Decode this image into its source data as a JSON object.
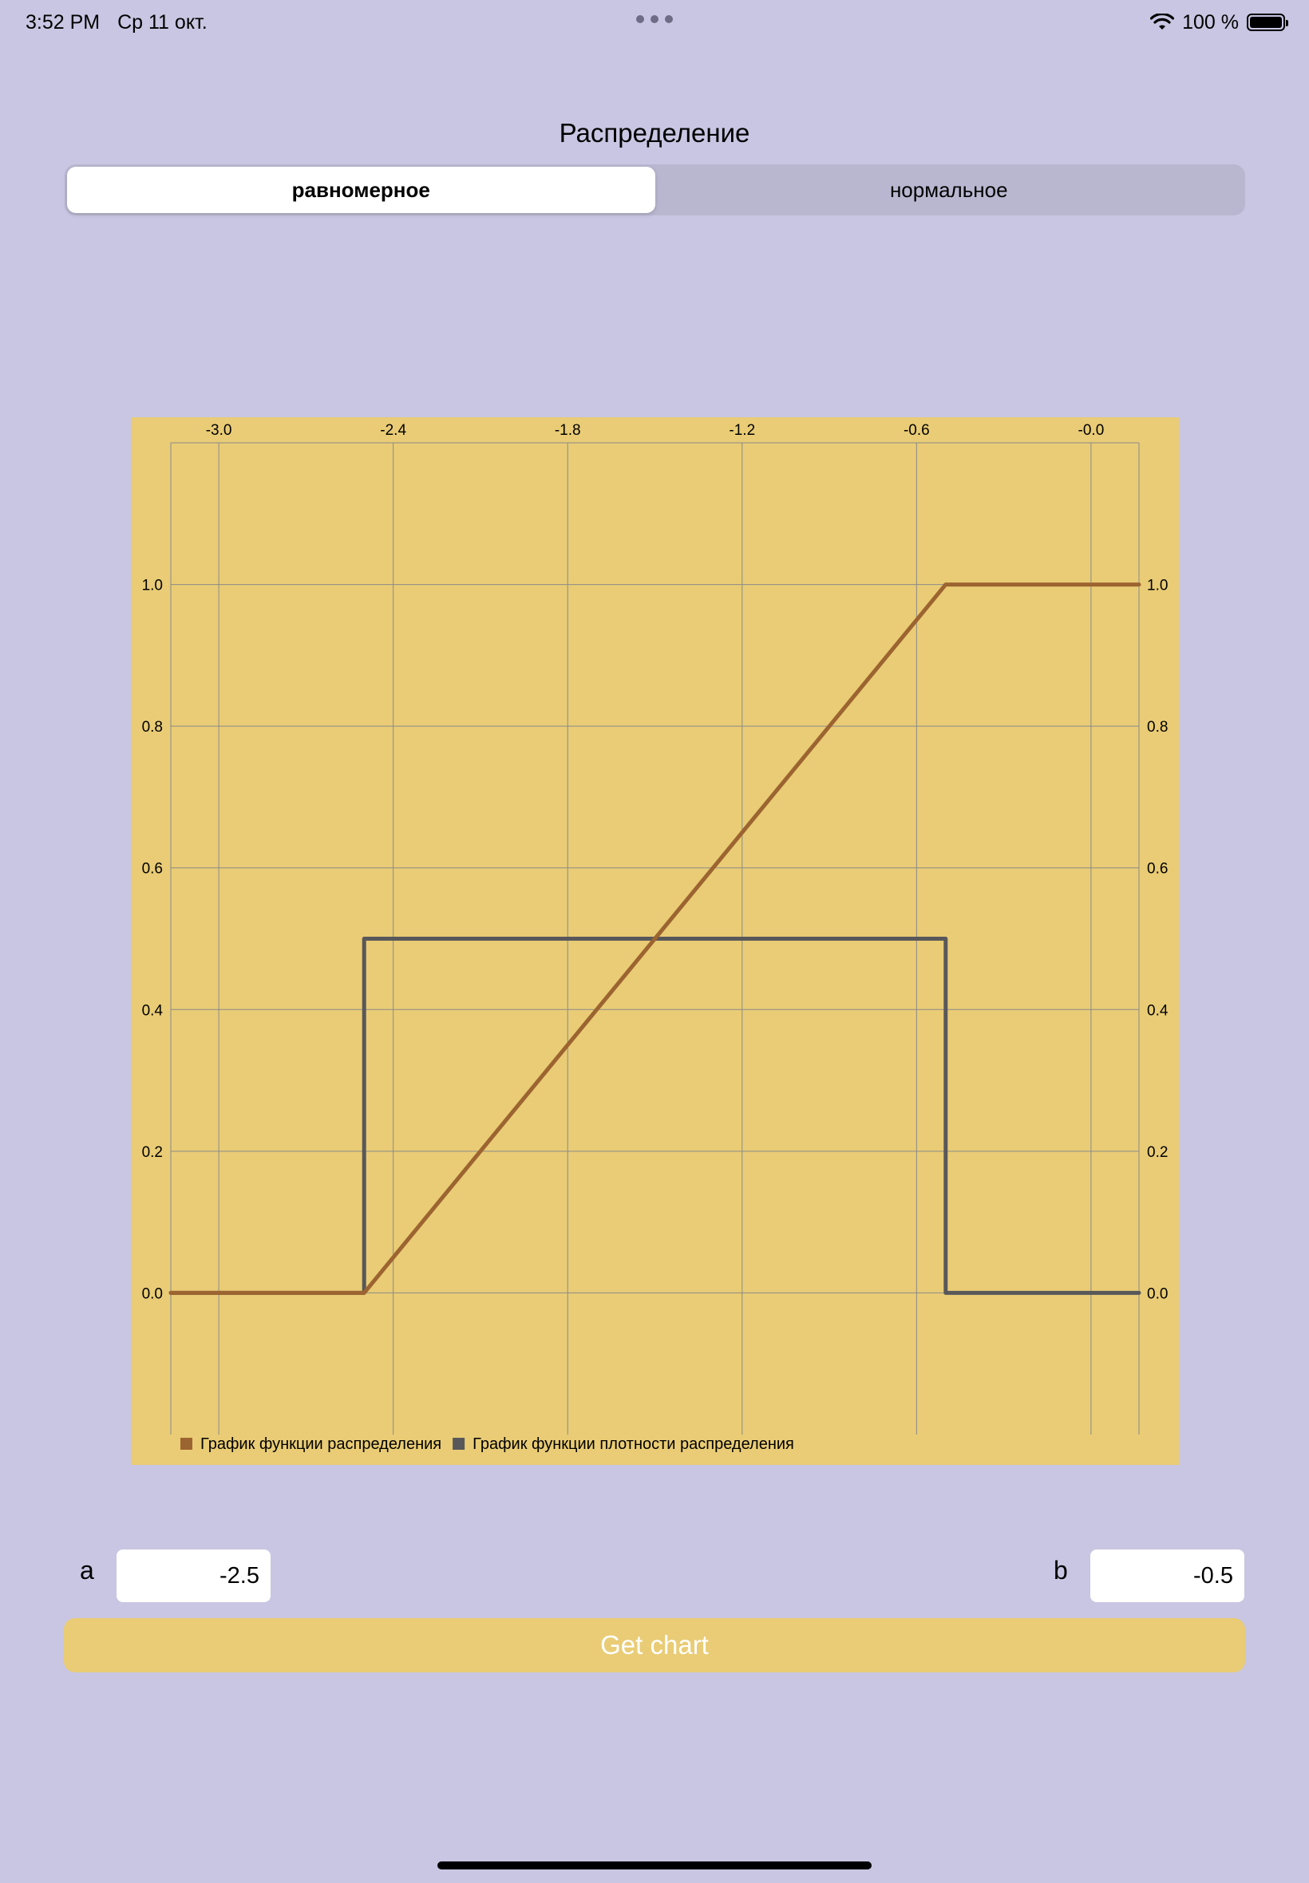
{
  "status_bar": {
    "time": "3:52 PM",
    "date": "Ср 11 окт.",
    "battery_text": "100 %",
    "icons": [
      "wifi-icon",
      "battery-icon",
      "multitasking-dots-icon"
    ]
  },
  "title": "Распределение",
  "segments": [
    {
      "label": "равномерное",
      "selected": true
    },
    {
      "label": "нормальное",
      "selected": false
    }
  ],
  "inputs": {
    "a_label": "a",
    "a_value": "-2.5",
    "b_label": "b",
    "b_value": "-0.5"
  },
  "button": {
    "label": "Get chart"
  },
  "colors": {
    "background": "#c8c6e2",
    "chart_background": "#e9cc75",
    "cdf_line": "#9c6430",
    "pdf_line": "#58585a",
    "button": "#e9cc75"
  },
  "chart_data": {
    "type": "line",
    "x_ticks": [
      "-3.0",
      "-2.4",
      "-1.8",
      "-1.2",
      "-0.6",
      "-0.0"
    ],
    "x_tick_values": [
      -3.0,
      -2.4,
      -1.8,
      -1.2,
      -0.6,
      0.0
    ],
    "y_ticks": [
      "0.0",
      "0.2",
      "0.4",
      "0.6",
      "0.8",
      "1.0"
    ],
    "y_tick_values": [
      0.0,
      0.2,
      0.4,
      0.6,
      0.8,
      1.0
    ],
    "xlim": [
      -3.165,
      0.165
    ],
    "ylim": [
      -0.2,
      1.2
    ],
    "grid": true,
    "x_axis_position": "top",
    "y_axis_position": "both",
    "legend_position": "bottom-left",
    "series": [
      {
        "name": "График функции распределения",
        "color": "#9c6430",
        "points": [
          [
            -3.165,
            0.0
          ],
          [
            -2.5,
            0.0
          ],
          [
            -0.5,
            1.0
          ],
          [
            0.165,
            1.0
          ]
        ]
      },
      {
        "name": "График функции плотности распределения",
        "color": "#58585a",
        "points": [
          [
            -3.165,
            0.0
          ],
          [
            -2.5,
            0.0
          ],
          [
            -2.5,
            0.5
          ],
          [
            -0.5,
            0.5
          ],
          [
            -0.5,
            0.0
          ],
          [
            0.165,
            0.0
          ]
        ]
      }
    ]
  }
}
